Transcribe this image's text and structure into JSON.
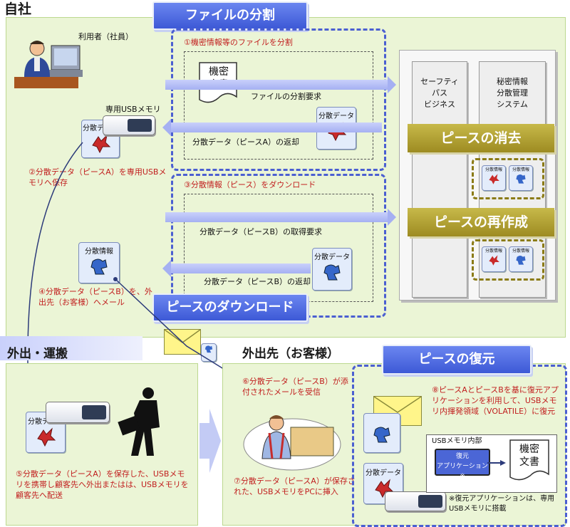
{
  "colors": {
    "panel": "#ebf5d6",
    "banner_blue": "#4a66e0",
    "banner_gold": "#b3a232",
    "dash_blue": "#4b5fd1",
    "red_text": "#c11e1e"
  },
  "sections": {
    "home": "自社",
    "transport": "外出・運搬",
    "client": "外出先（お客様）"
  },
  "banners": {
    "split": "ファイルの分割",
    "download": "ピースのダウンロード",
    "erase": "ピースの消去",
    "recreate": "ピースの再作成",
    "restore": "ピースの復元"
  },
  "labels": {
    "user": "利用者（社員）",
    "usb_dedicated": "専用USBメモリ",
    "step1": "①機密情報等のファイルを分割",
    "secret_doc_line1": "機密",
    "secret_doc_line2": "文書",
    "split_request": "ファイルの分割要求",
    "dist_data": "分散データ",
    "dist_info": "分散情報",
    "return_a": "分散データ（ピースA）の返却",
    "step2": "②分散データ（ピースA）を専用USBメモリへ保存",
    "step3": "③分散情報（ピース）をダウンロード",
    "get_request_b": "分散データ（ピースB）の取得要求",
    "return_b": "分散データ（ピースB）の返却",
    "step4": "④分散データ（ピースB）を、外出先（お客様）へメール",
    "sys1_l1": "セーフティ",
    "sys1_l2": "パス",
    "sys1_l3": "ビジネス",
    "sys2_l1": "秘密情報",
    "sys2_l2": "分散管理",
    "sys2_l3": "システム",
    "step5": "⑤分散データ（ピースA）を保存した、USBメモリを携帯し顧客先へ外出またはは、USBメモリを顧客先へ配送",
    "step6": "⑥分散データ（ピースB）が添付されたメールを受信",
    "step7": "⑦分散データ（ピースA）が保存された、USBメモリをPCに挿入",
    "step8": "⑧ピースAとピースBを基に復元アプリケーションを利用して、USBメモリ内揮発領域（VOLATILE）に復元",
    "usb_inside": "USBメモリ内部",
    "restore_app_l1": "復元",
    "restore_app_l2": "アプリケーション※",
    "note": "※復元アプリケーションは、専用USBメモリに搭載"
  }
}
